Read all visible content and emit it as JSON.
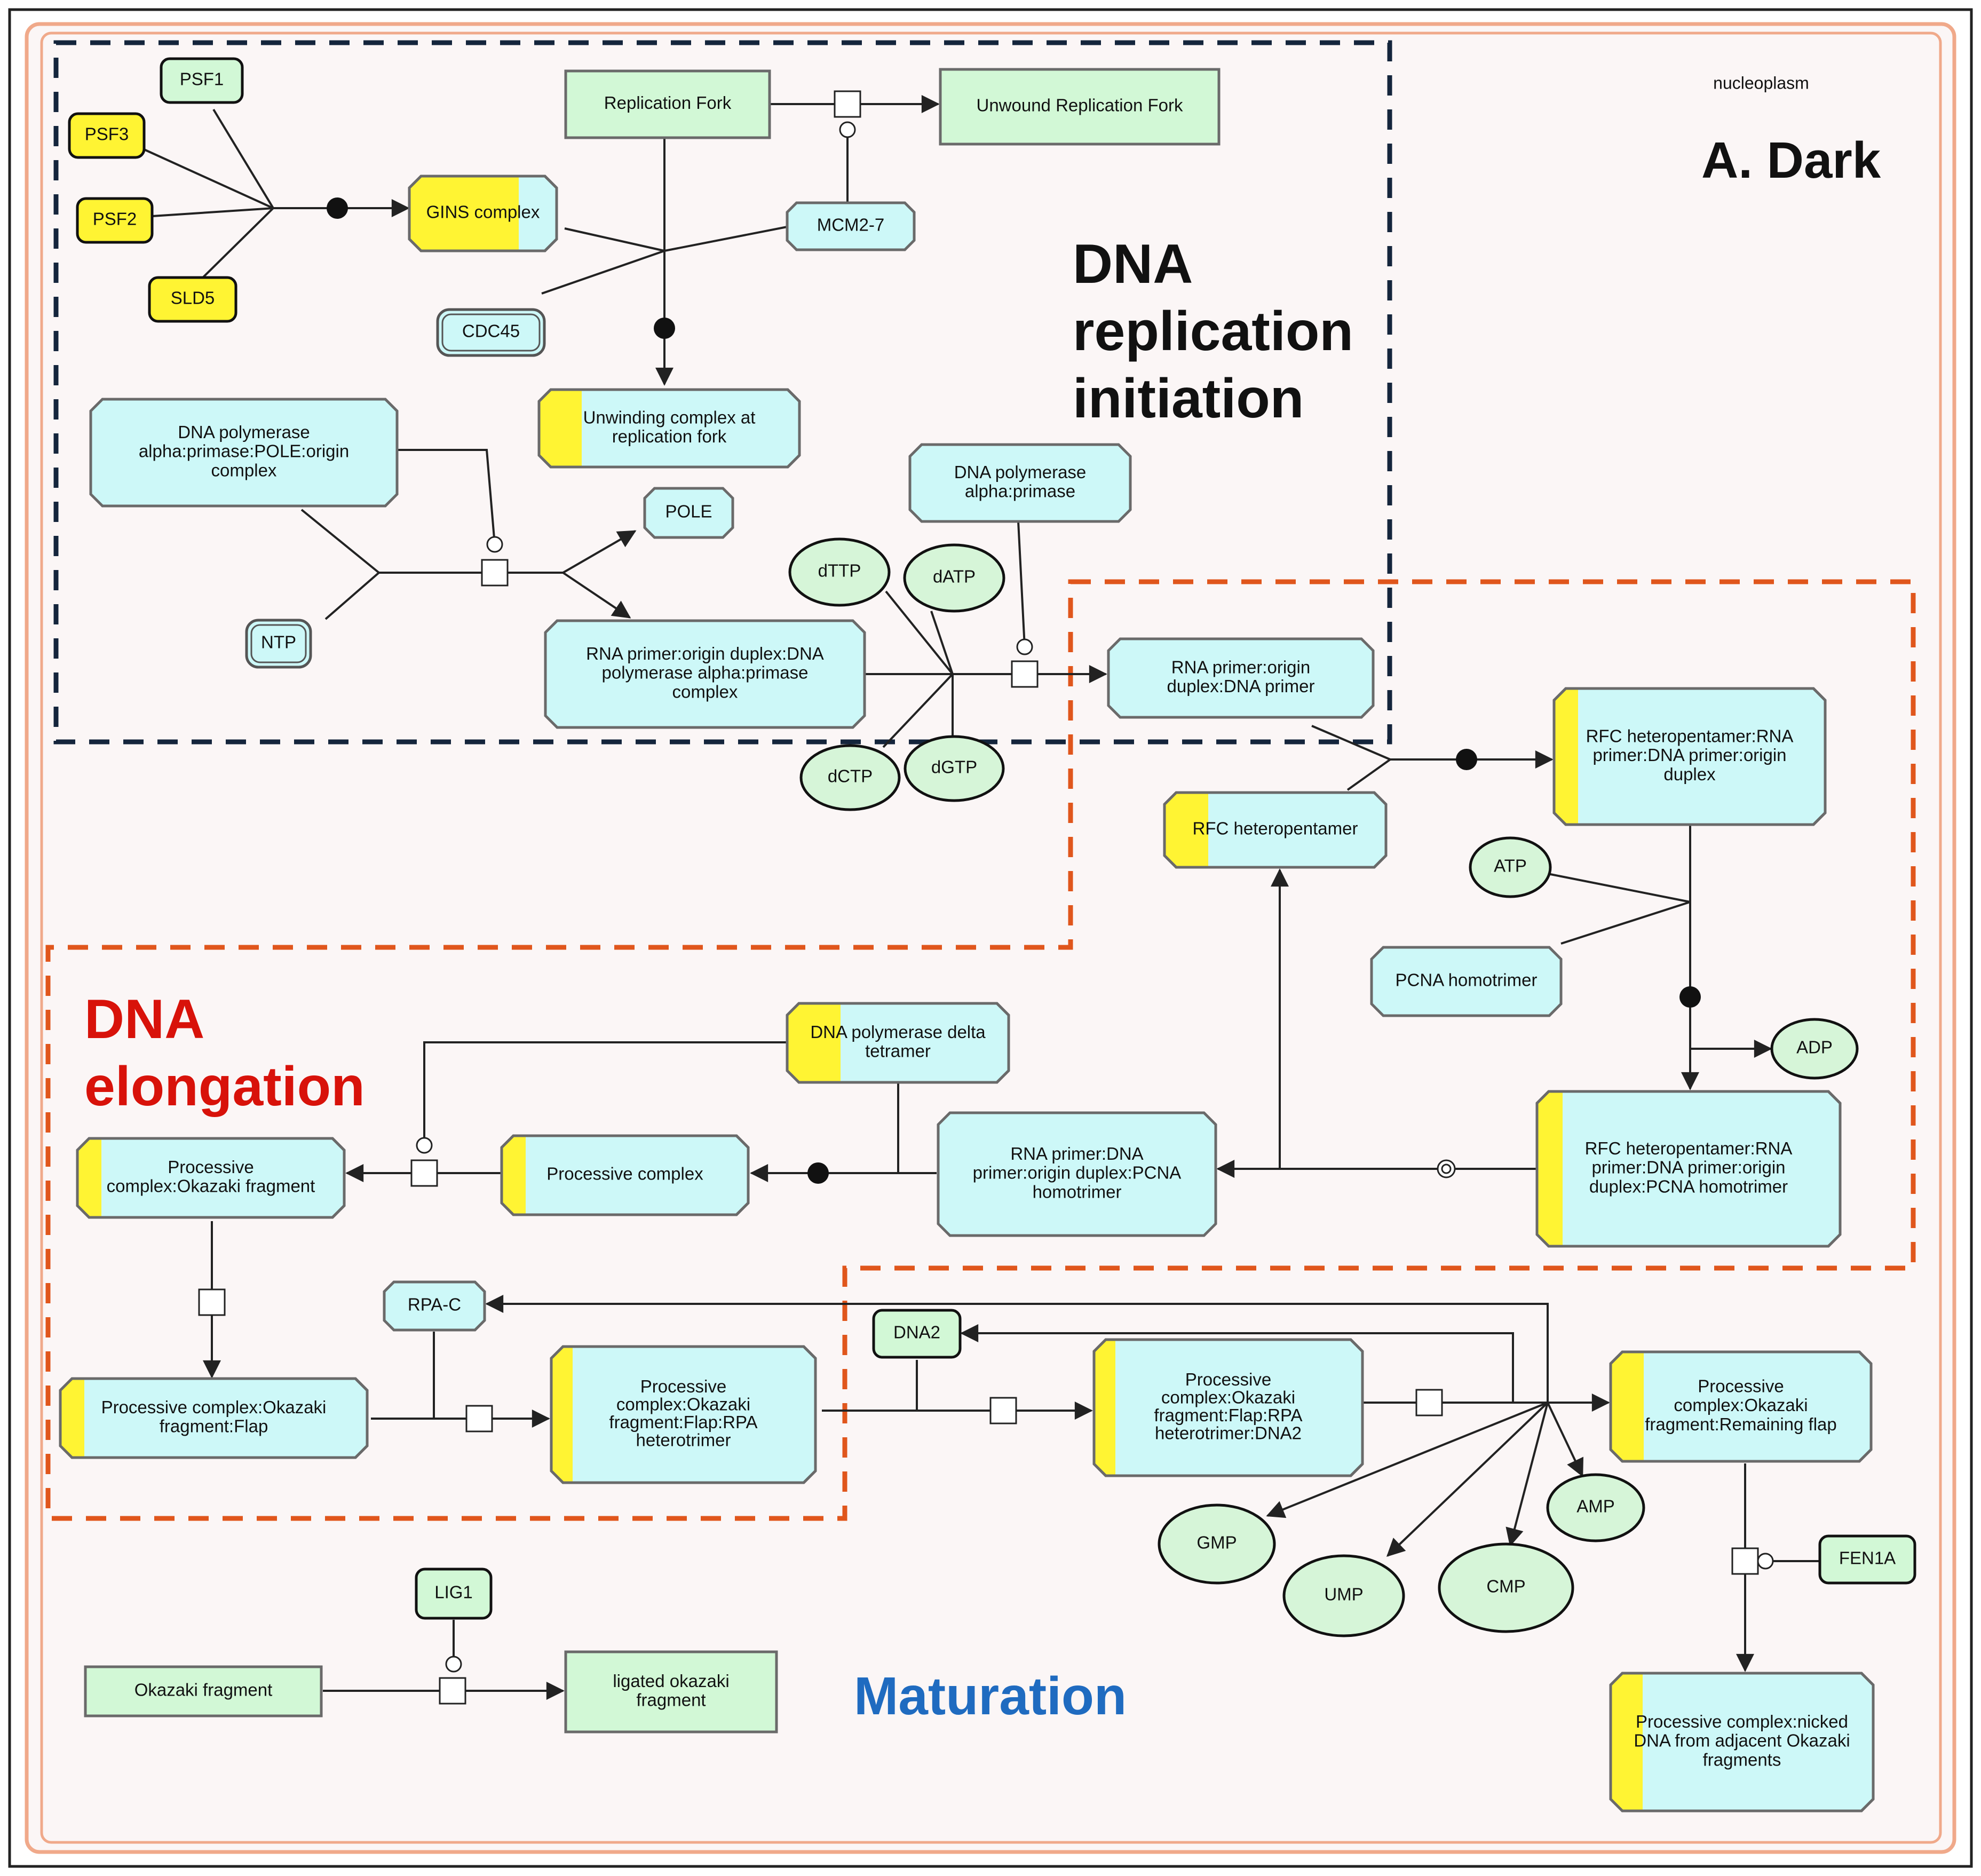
{
  "compartment": "nucleoplasm",
  "panel_label": "A. Dark",
  "section_titles": {
    "initiation": [
      "DNA",
      "replication",
      "initiation"
    ],
    "elongation": [
      "DNA",
      "elongation"
    ],
    "maturation": "Maturation"
  },
  "colors": {
    "background": "#fbf6f6",
    "outer_border": "#f0a98a",
    "initiation_box": "#14253c",
    "elongation_box": "#e0561c",
    "elongation_title": "#d8120a",
    "maturation_title": "#1f6bc0",
    "complex_fill": "#cdf8f8",
    "entity_fill": "#d2f8d6",
    "highlight": "#fff433",
    "small_molecule": "#d6f5d8",
    "edge": "#222222"
  },
  "nodes": {
    "psf1": [
      "PSF1"
    ],
    "psf3": [
      "PSF3"
    ],
    "psf2": [
      "PSF2"
    ],
    "sld5": [
      "SLD5"
    ],
    "gins": [
      "GINS complex"
    ],
    "cdc45": [
      "CDC45"
    ],
    "rep_fork": [
      "Replication Fork"
    ],
    "unwound": [
      "Unwound Replication Fork"
    ],
    "mcm": [
      "MCM2-7"
    ],
    "unwinding": [
      "Unwinding complex at",
      "replication fork"
    ],
    "pol_origin": [
      "DNA polymerase",
      "alpha:primase:POLE:origin",
      "complex"
    ],
    "pole": [
      "POLE"
    ],
    "ntp": [
      "NTP"
    ],
    "pol_alpha": [
      "DNA polymerase",
      "alpha:primase"
    ],
    "rna_dup_pol": [
      "RNA primer:origin duplex:DNA",
      "polymerase alpha:primase",
      "complex"
    ],
    "rna_dna_primer": [
      "RNA primer:origin",
      "duplex:DNA primer"
    ],
    "dttp": [
      "dTTP"
    ],
    "datp": [
      "dATP"
    ],
    "dctp": [
      "dCTP"
    ],
    "dgtp": [
      "dGTP"
    ],
    "rfc": [
      "RFC heteropentamer"
    ],
    "rfc_rna": [
      "RFC heteropentamer:RNA",
      "primer:DNA primer:origin",
      "duplex"
    ],
    "atp": [
      "ATP"
    ],
    "pcna": [
      "PCNA homotrimer"
    ],
    "adp": [
      "ADP"
    ],
    "rfc_pcna": [
      "RFC heteropentamer:RNA",
      "primer:DNA primer:origin",
      "duplex:PCNA homotrimer"
    ],
    "rna_pcna": [
      "RNA primer:DNA",
      "primer:origin duplex:PCNA",
      "homotrimer"
    ],
    "pol_delta": [
      "DNA polymerase delta",
      "tetramer"
    ],
    "processive": [
      "Processive complex"
    ],
    "proc_okazaki": [
      "Processive",
      "complex:Okazaki fragment"
    ],
    "proc_flap": [
      "Processive complex:Okazaki",
      "fragment:Flap"
    ],
    "rpac": [
      "RPA-C"
    ],
    "proc_rpa": [
      "Processive",
      "complex:Okazaki",
      "fragment:Flap:RPA",
      "heterotrimer"
    ],
    "dna2": [
      "DNA2"
    ],
    "proc_dna2": [
      "Processive",
      "complex:Okazaki",
      "fragment:Flap:RPA",
      "heterotrimer:DNA2"
    ],
    "proc_remain": [
      "Processive",
      "complex:Okazaki",
      "fragment:Remaining flap"
    ],
    "amp": [
      "AMP"
    ],
    "gmp": [
      "GMP"
    ],
    "ump": [
      "UMP"
    ],
    "cmp": [
      "CMP"
    ],
    "fen1a": [
      "FEN1A"
    ],
    "proc_nicked": [
      "Processive complex:nicked",
      "DNA from adjacent Okazaki",
      "fragments"
    ],
    "lig1": [
      "LIG1"
    ],
    "okazaki": [
      "Okazaki fragment"
    ],
    "ligated": [
      "ligated okazaki",
      "fragment"
    ]
  }
}
